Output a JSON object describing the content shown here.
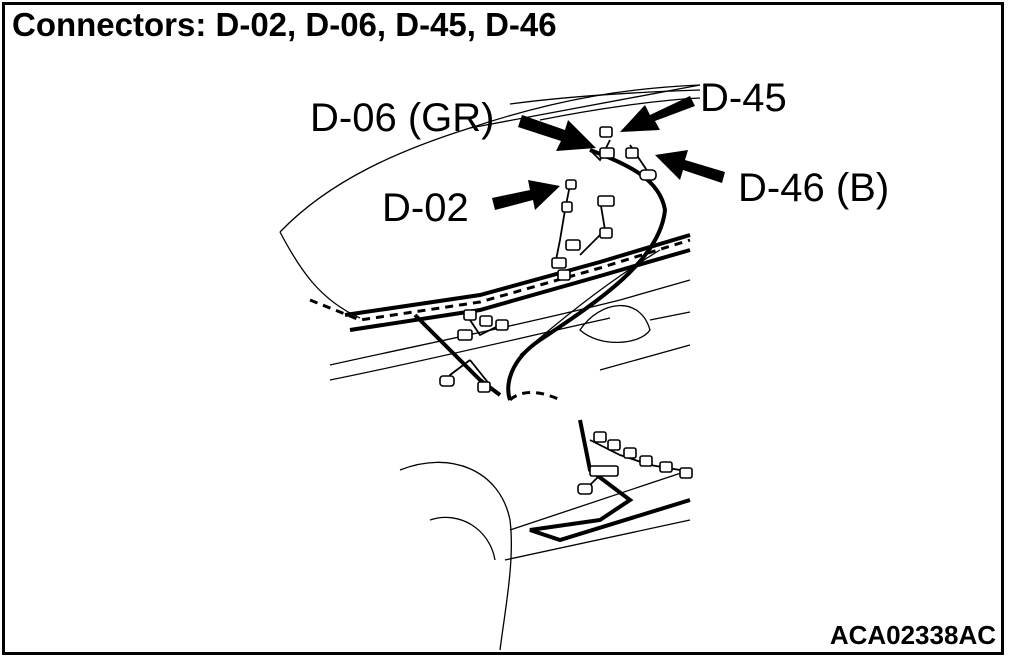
{
  "title": "Connectors: D-02, D-06, D-45, D-46",
  "connectors": [
    {
      "id": "D-06",
      "label": "D-06 (GR)"
    },
    {
      "id": "D-45",
      "label": "D-45"
    },
    {
      "id": "D-46",
      "label": "D-46 (B)"
    },
    {
      "id": "D-02",
      "label": "D-02"
    }
  ],
  "figure_code": "ACA02338AC",
  "colors": {
    "line": "#000000",
    "background": "#ffffff"
  }
}
